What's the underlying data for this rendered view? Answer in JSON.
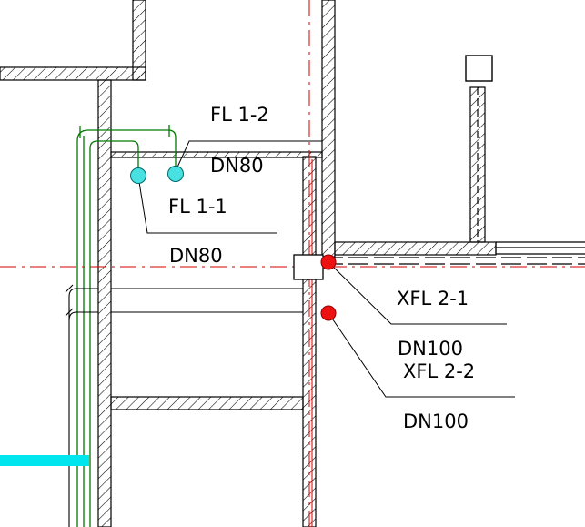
{
  "labels": {
    "fl_1_2": "FL 1-2",
    "fl_1_1": "FL 1-1",
    "dn80_upper": "DN80",
    "dn80_lower": "DN80",
    "xfl_2_1": "XFL 2-1",
    "xfl_2_2": "XFL 2-2",
    "dn100_upper": "DN100",
    "dn100_lower": "DN100"
  },
  "colors": {
    "wall": "#000000",
    "hatch": "#000000",
    "axis_line": "#d00000",
    "drain_pipe": "#48e0e0",
    "fire_pipe": "#ee1111",
    "supply_pipe": "#007a00",
    "cyan_pipe": "#00e5ee"
  }
}
